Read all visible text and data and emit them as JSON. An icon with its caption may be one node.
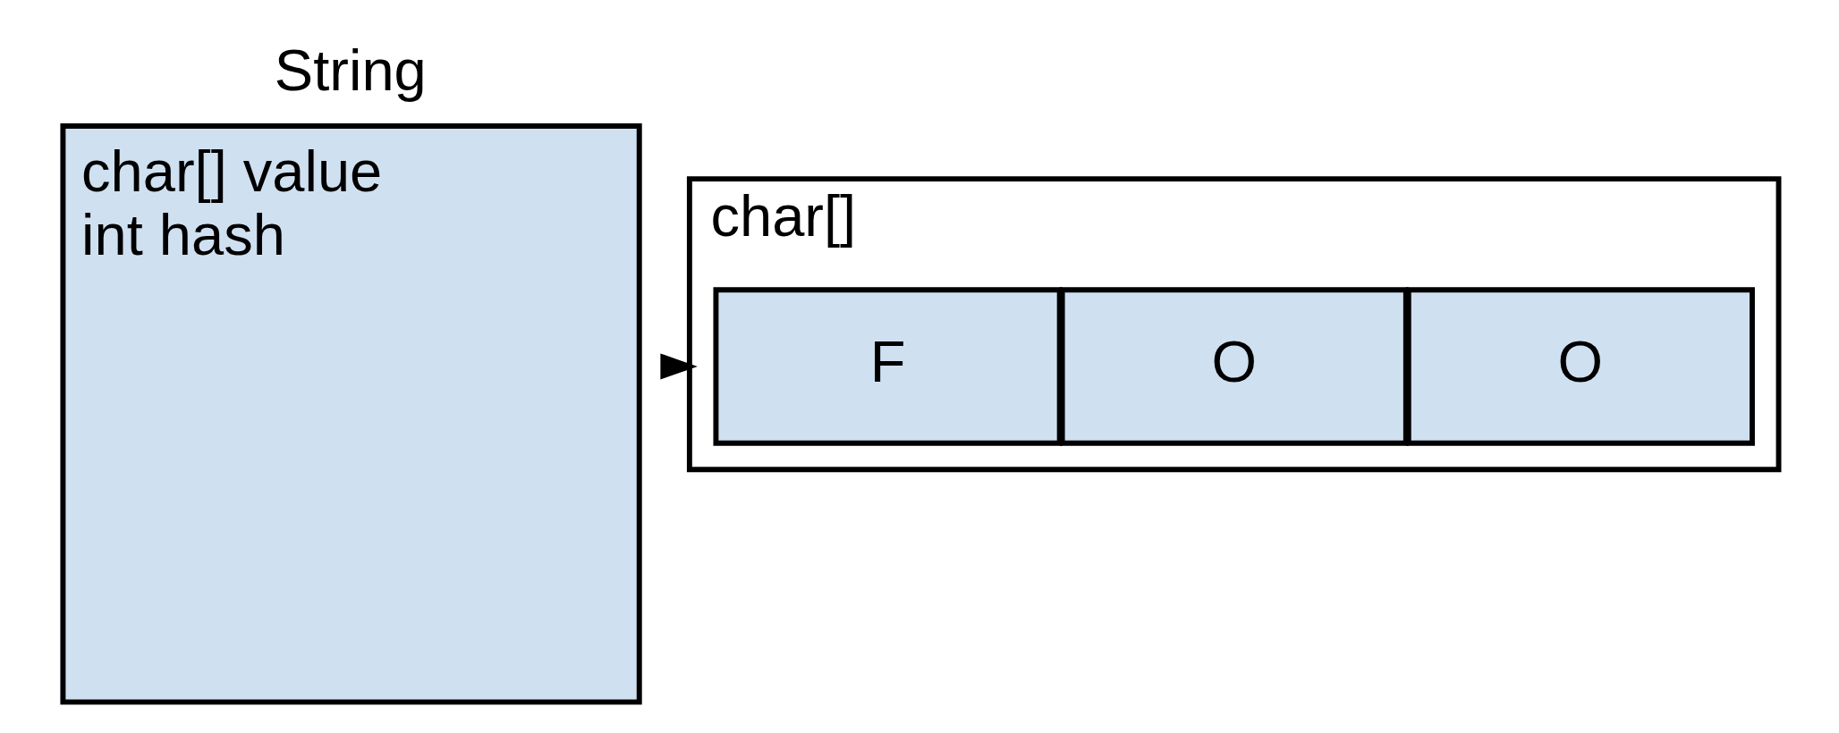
{
  "diagram": {
    "nodes": [
      {
        "text": [
          "String",
          "char[] value",
          "int hash"
        ]
      },
      {
        "text": [
          "char[]"
        ]
      },
      {
        "text": [
          "F"
        ],
        "in": 1
      },
      {
        "text": [
          "O"
        ],
        "in": 1
      },
      {
        "text": [
          "O"
        ],
        "in": 1
      }
    ],
    "edges": [
      {
        "from": 0,
        "to": 1,
        "arrow": "to"
      }
    ]
  }
}
